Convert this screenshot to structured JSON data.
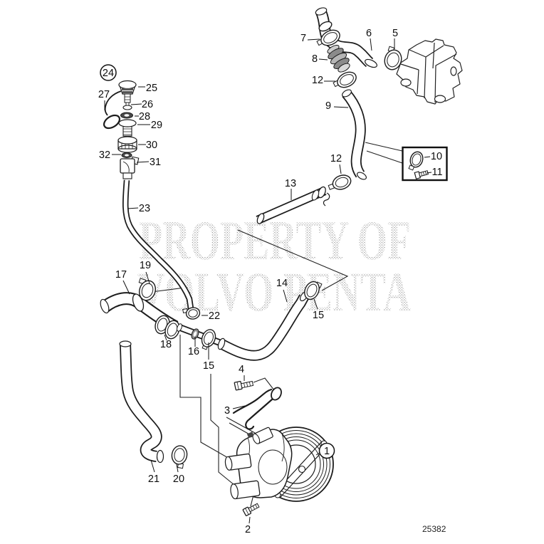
{
  "drawing_number": "25382",
  "watermark": {
    "line1": "PROPERTY OF",
    "line2": "VOLVO PENTA"
  },
  "colors": {
    "line": "#1c1c1c",
    "watermark_gray": "#a8a8a8",
    "background": "#ffffff"
  },
  "callouts": {
    "c1": "1",
    "c2": "2",
    "c3": "3",
    "c4": "4",
    "c5": "5",
    "c6": "6",
    "c7": "7",
    "c8": "8",
    "c9": "9",
    "c10": "10",
    "c11": "11",
    "c12a": "12",
    "c12b": "12",
    "c13": "13",
    "c14": "14",
    "c15m": "15",
    "c15r": "15",
    "c16": "16",
    "c17": "17",
    "c18": "18",
    "c19": "19",
    "c20": "20",
    "c21": "21",
    "c22": "22",
    "c23": "23",
    "c24": "24",
    "c25": "25",
    "c26": "26",
    "c27": "27",
    "c28": "28",
    "c29": "29",
    "c30": "30",
    "c31": "31",
    "c32": "32"
  }
}
